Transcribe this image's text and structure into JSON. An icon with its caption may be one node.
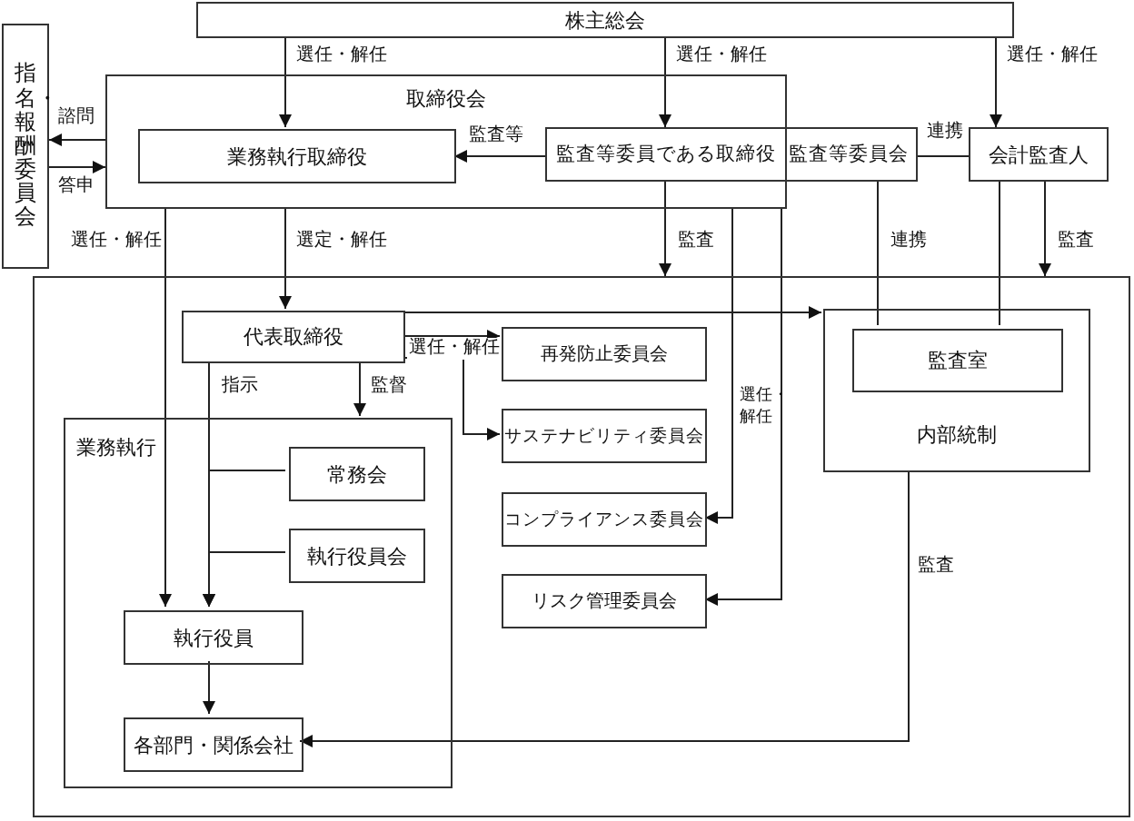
{
  "diagram": {
    "nodes": [
      {
        "text": [
          "株主総会"
        ]
      },
      {
        "text": [
          "指名・報酬委員会"
        ]
      },
      {
        "text": [
          "取締役会"
        ]
      },
      {
        "text": [
          "業務執行取締役"
        ],
        "in": 2
      },
      {
        "text": [
          "監査等委員である取締役"
        ]
      },
      {
        "text": [
          "監査等委員会"
        ]
      },
      {
        "text": [
          "会計監査人"
        ]
      },
      {
        "text": [],
        "shape": "box"
      },
      {
        "text": [
          "代表取締役"
        ],
        "in": 7
      },
      {
        "text": [
          "再発防止委員会"
        ],
        "in": 7
      },
      {
        "text": [
          "サステナビリティ委員会"
        ],
        "in": 7
      },
      {
        "text": [
          "コンプライアンス委員会"
        ],
        "in": 7
      },
      {
        "text": [
          "リスク管理委員会"
        ],
        "in": 7
      },
      {
        "text": [
          "内部統制"
        ],
        "in": 7
      },
      {
        "text": [
          "監査室"
        ],
        "in": 13
      },
      {
        "text": [
          "業務執行"
        ],
        "in": 7
      },
      {
        "text": [
          "常務会"
        ],
        "in": 15
      },
      {
        "text": [
          "執行役員会"
        ],
        "in": 15
      },
      {
        "text": [
          "執行役員"
        ],
        "in": 15
      },
      {
        "text": [
          "各部門・関係会社"
        ],
        "in": 15
      }
    ],
    "edges": [
      {
        "from": 0,
        "to": 3,
        "arrow": "to",
        "label": "選任・解任"
      },
      {
        "from": 0,
        "to": 4,
        "arrow": "to",
        "label": "選任・解任"
      },
      {
        "from": 0,
        "to": 6,
        "arrow": "to",
        "label": "選任・解任"
      },
      {
        "from": 2,
        "to": 1,
        "arrow": "to",
        "label": "諮問"
      },
      {
        "from": 1,
        "to": 2,
        "arrow": "to",
        "label": "答申"
      },
      {
        "from": 4,
        "to": 3,
        "arrow": "to",
        "label": "監査等"
      },
      {
        "from": 5,
        "to": 6,
        "arrow": "none",
        "label": "連携"
      },
      {
        "from": 2,
        "to": 8,
        "arrow": "to",
        "label": "選定・解任"
      },
      {
        "from": 2,
        "to": 18,
        "arrow": "to",
        "label": "選任・解任"
      },
      {
        "from": 4,
        "to": 7,
        "arrow": "to",
        "label": "監査"
      },
      {
        "from": 2,
        "to": 11,
        "arrow": "to",
        "label": "選任・解任"
      },
      {
        "from": 2,
        "to": 12,
        "arrow": "to"
      },
      {
        "from": 5,
        "to": 14,
        "arrow": "none",
        "label": "連携"
      },
      {
        "from": 6,
        "to": 14,
        "arrow": "none"
      },
      {
        "from": 6,
        "to": 7,
        "arrow": "to",
        "label": "監査"
      },
      {
        "from": 8,
        "to": 13,
        "arrow": "to"
      },
      {
        "from": 8,
        "to": 9,
        "arrow": "to",
        "label": "選任・解任"
      },
      {
        "from": 8,
        "to": 10,
        "arrow": "to"
      },
      {
        "from": 8,
        "to": 15,
        "arrow": "to",
        "label": "監督"
      },
      {
        "from": 8,
        "to": 18,
        "arrow": "to",
        "label": "指示"
      },
      {
        "from": 16,
        "to": 18,
        "arrow": "to"
      },
      {
        "from": 17,
        "to": 18,
        "arrow": "to"
      },
      {
        "from": 18,
        "to": 19,
        "arrow": "to"
      },
      {
        "from": 13,
        "to": 19,
        "arrow": "to",
        "label": "監査"
      }
    ]
  }
}
